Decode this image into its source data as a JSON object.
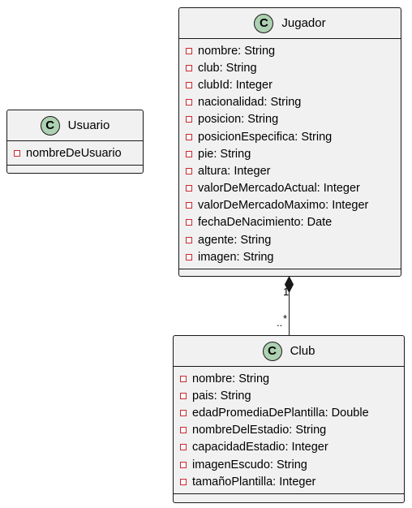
{
  "diagram": {
    "classes": {
      "usuario": {
        "stereotype_letter": "C",
        "name": "Usuario",
        "attributes": [
          "nombreDeUsuario"
        ]
      },
      "jugador": {
        "stereotype_letter": "C",
        "name": "Jugador",
        "attributes": [
          "nombre: String",
          "club: String",
          "clubId: Integer",
          "nacionalidad: String",
          "posicion: String",
          "posicionEspecifica: String",
          "pie: String",
          "altura: Integer",
          "valorDeMercadoActual: Integer",
          "valorDeMercadoMaximo: Integer",
          "fechaDeNacimiento: Date",
          "agente: String",
          "imagen: String"
        ]
      },
      "club": {
        "stereotype_letter": "C",
        "name": "Club",
        "attributes": [
          "nombre: String",
          "pais: String",
          "edadPromediaDePlantilla: Double",
          "nombreDelEstadio: String",
          "capacidadEstadio: Integer",
          "imagenEscudo: String",
          "tamañoPlantilla: Integer"
        ]
      }
    },
    "relation": {
      "type": "composition",
      "from": "Jugador",
      "to": "Club",
      "multiplicity_source": "1",
      "multiplicity_target": "*",
      "multiplicity_target_prefix": ".."
    },
    "colors": {
      "class_fill": "#f1f1f1",
      "border": "#181818",
      "badge_fill": "#add1b2",
      "visibility_marker": "#c82930"
    }
  }
}
